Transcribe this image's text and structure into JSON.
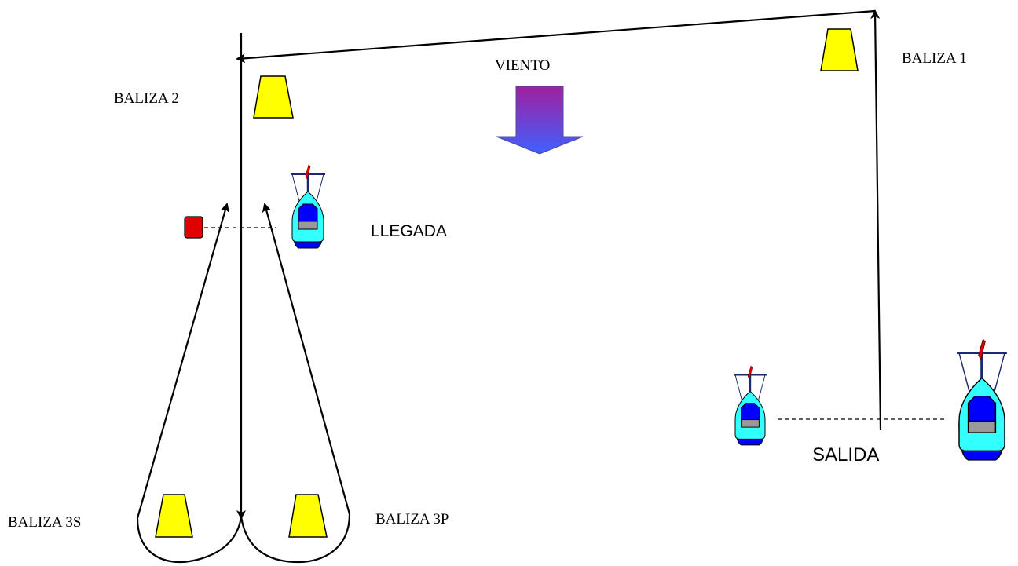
{
  "labels": {
    "viento": "VIENTO",
    "baliza_1": "BALIZA 1",
    "baliza_2": "BALIZA 2",
    "baliza_3s": "BALIZA 3S",
    "baliza_3p": "BALIZA 3P",
    "llegada": "LLEGADA",
    "salida": "SALIDA"
  },
  "colors": {
    "buoy": "#ffff00",
    "finish_mark": "#e00000",
    "boat_hull": "#33ffff",
    "boat_deck": "#0000ff",
    "flag": "#e00000",
    "arrow_top": "#a020a0",
    "arrow_bottom": "#4060ff"
  },
  "icons": {
    "buoy": "trapezoid-buoy-icon",
    "boat": "committee-boat-icon",
    "wind_arrow": "down-arrow-icon",
    "finish_mark": "red-square-mark-icon"
  }
}
